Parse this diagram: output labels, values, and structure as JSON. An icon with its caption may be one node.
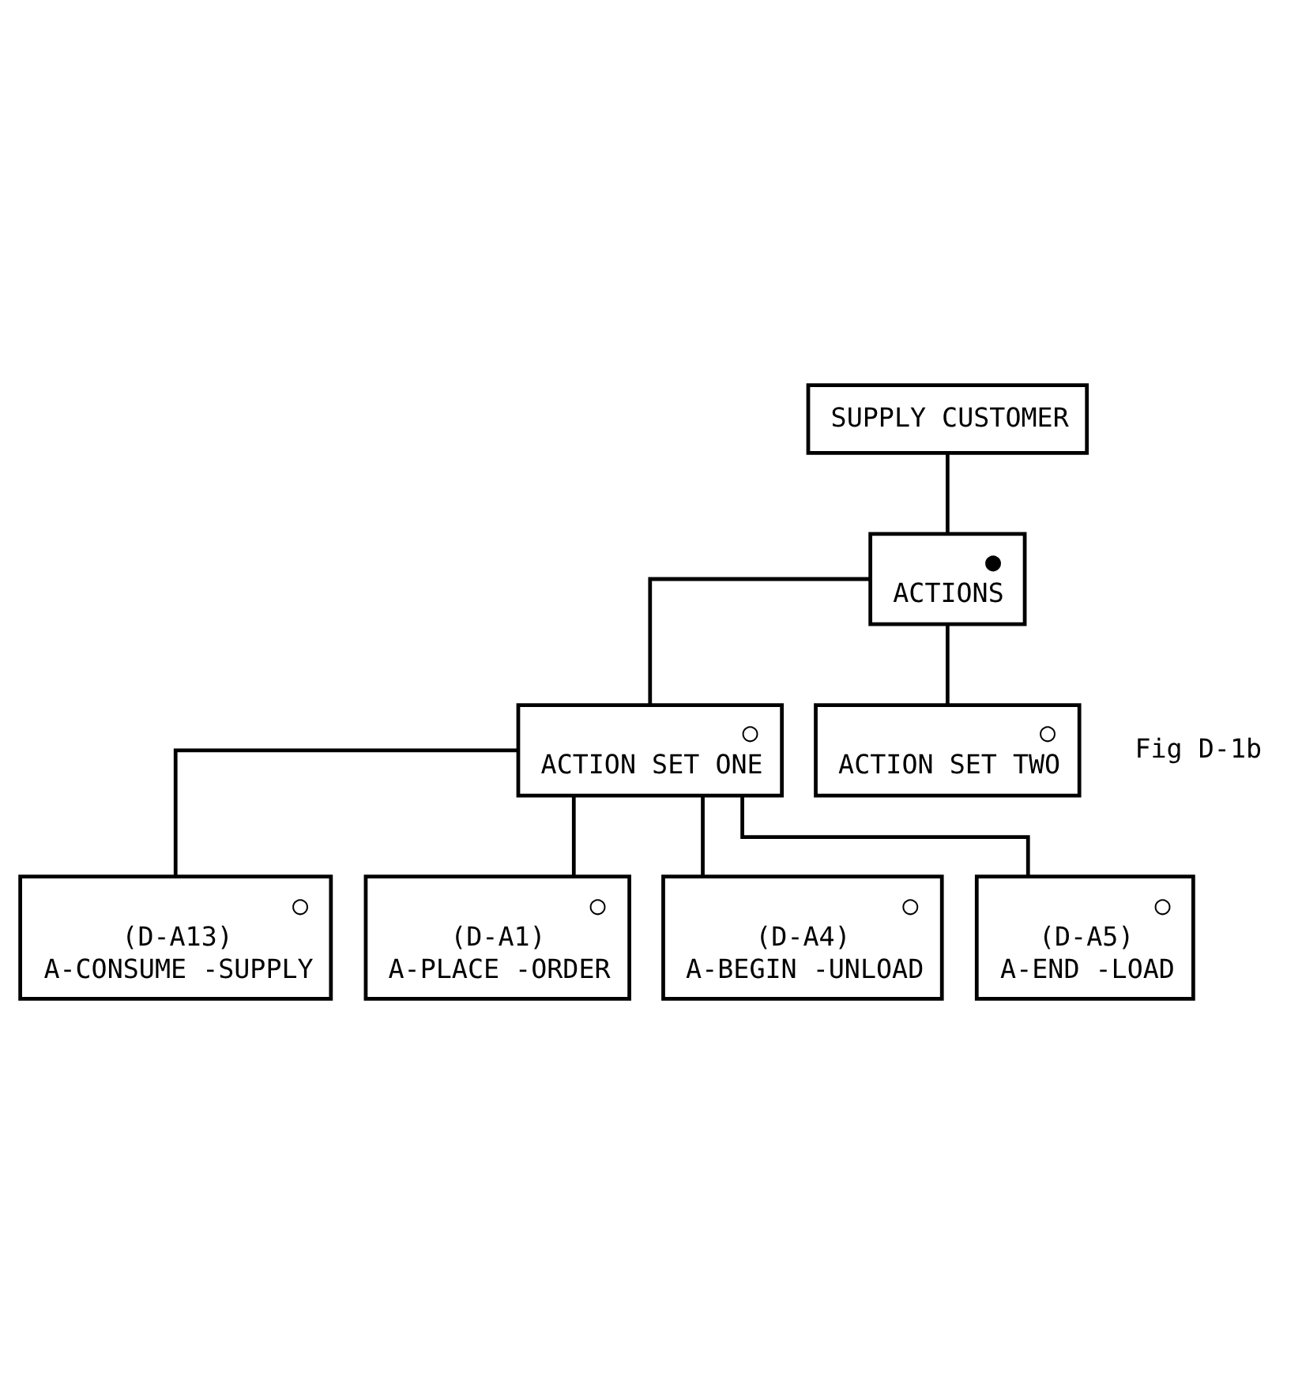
{
  "diagram": {
    "nodes": [
      {
        "text": [
          "SUPPLY CUSTOMER"
        ]
      },
      {
        "text": [
          "●",
          "ACTIONS"
        ]
      },
      {
        "text": [
          "○",
          "ACTION SET ONE"
        ]
      },
      {
        "text": [
          "○",
          "ACTION SET TWO"
        ]
      },
      {
        "text": [
          "○",
          "(D-A13)",
          "A-CONSUME -SUPPLY"
        ]
      },
      {
        "text": [
          "○",
          "(D-A1)",
          "A-PLACE -ORDER"
        ]
      },
      {
        "text": [
          "○",
          "(D-A4)",
          "A-BEGIN -UNLOAD"
        ]
      },
      {
        "text": [
          "○",
          "(D-A5)",
          "A-END -LOAD"
        ]
      }
    ],
    "edges": [
      {
        "from": 0,
        "to": 1,
        "arrow": "none"
      },
      {
        "from": 1,
        "to": 2,
        "arrow": "none"
      },
      {
        "from": 1,
        "to": 3,
        "arrow": "none"
      },
      {
        "from": 2,
        "to": 4,
        "arrow": "none"
      },
      {
        "from": 2,
        "to": 5,
        "arrow": "none"
      },
      {
        "from": 2,
        "to": 6,
        "arrow": "none"
      },
      {
        "from": 2,
        "to": 7,
        "arrow": "none"
      }
    ],
    "labels": [
      "Fig D-1b"
    ]
  }
}
